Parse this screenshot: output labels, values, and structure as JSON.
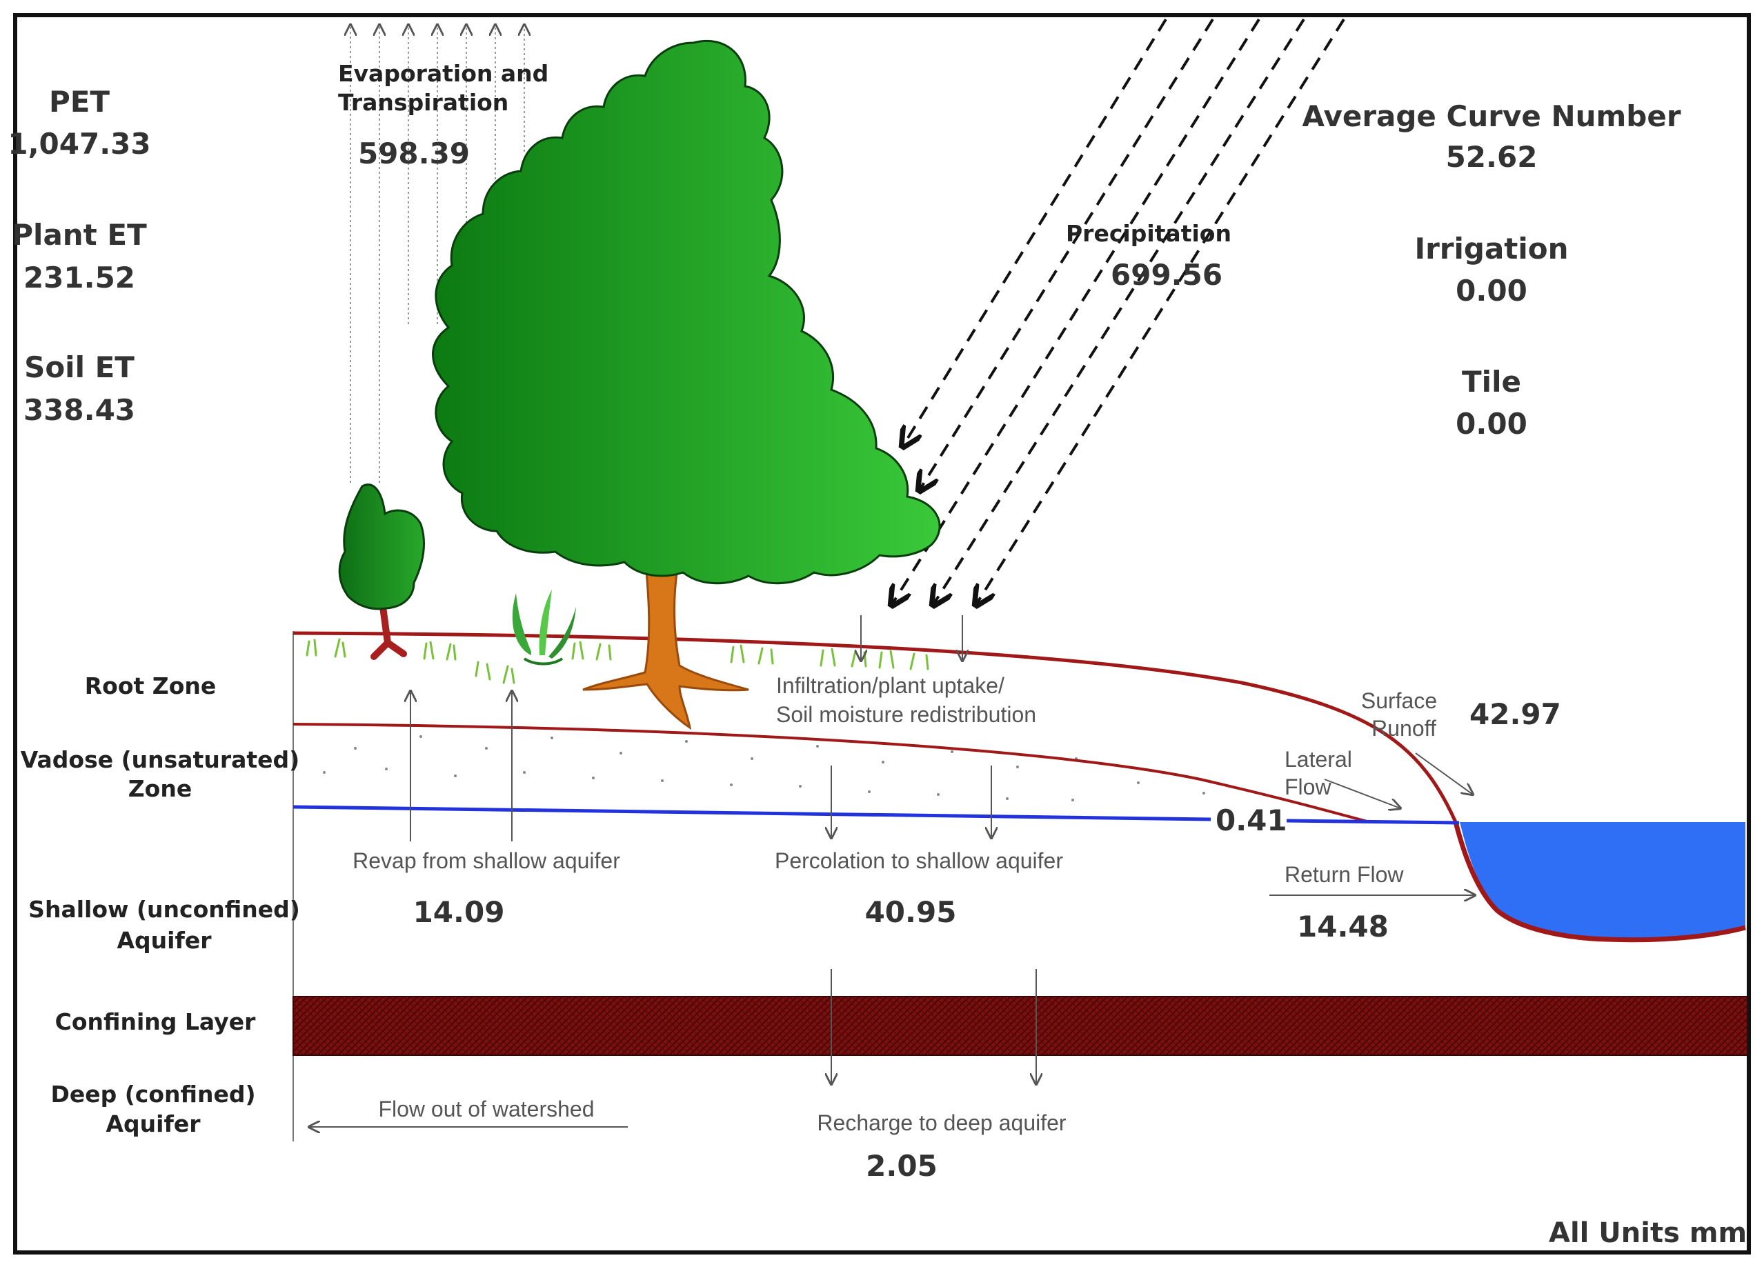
{
  "left_metrics": {
    "pet_label": "PET",
    "pet_value": "1,047.33",
    "plant_et_label": "Plant ET",
    "plant_et_value": "231.52",
    "soil_et_label": "Soil ET",
    "soil_et_value": "338.43"
  },
  "evaporation": {
    "label_line1": "Evaporation and",
    "label_line2": "Transpiration",
    "value": "598.39"
  },
  "precipitation": {
    "label": "Precipitation",
    "value": "699.56"
  },
  "right_metrics": {
    "cn_label": "Average Curve Number",
    "cn_value": "52.62",
    "irrigation_label": "Irrigation",
    "irrigation_value": "0.00",
    "tile_label": "Tile",
    "tile_value": "0.00"
  },
  "zones": {
    "root": "Root Zone",
    "vadose_line1": "Vadose (unsaturated)",
    "vadose_line2": "Zone",
    "shallow_line1": "Shallow (unconfined)",
    "shallow_line2": "Aquifer",
    "confining": "Confining Layer",
    "deep_line1": "Deep (confined)",
    "deep_line2": "Aquifer"
  },
  "flows": {
    "infiltration_line1": "Infiltration/plant uptake/",
    "infiltration_line2": "Soil moisture redistribution",
    "surface_runoff_line1": "Surface",
    "surface_runoff_line2": "Runoff",
    "surface_runoff_value": "42.97",
    "lateral_flow_line1": "Lateral",
    "lateral_flow_line2": "Flow",
    "lateral_flow_value": "0.41",
    "revap_label": "Revap from shallow aquifer",
    "revap_value": "14.09",
    "percolation_label": "Percolation to shallow aquifer",
    "percolation_value": "40.95",
    "return_flow_label": "Return Flow",
    "return_flow_value": "14.48",
    "outflow_label": "Flow out of watershed",
    "recharge_label": "Recharge to deep aquifer",
    "recharge_value": "2.05"
  },
  "units_note": "All Units mm",
  "colors": {
    "soil_line": "#a01818",
    "water_table": "#2233dd",
    "stream": "#2f6ff5",
    "confining": "#7a1010",
    "tree_dark": "#0c7a12",
    "tree_light": "#3ac93a",
    "trunk": "#d8761a"
  }
}
